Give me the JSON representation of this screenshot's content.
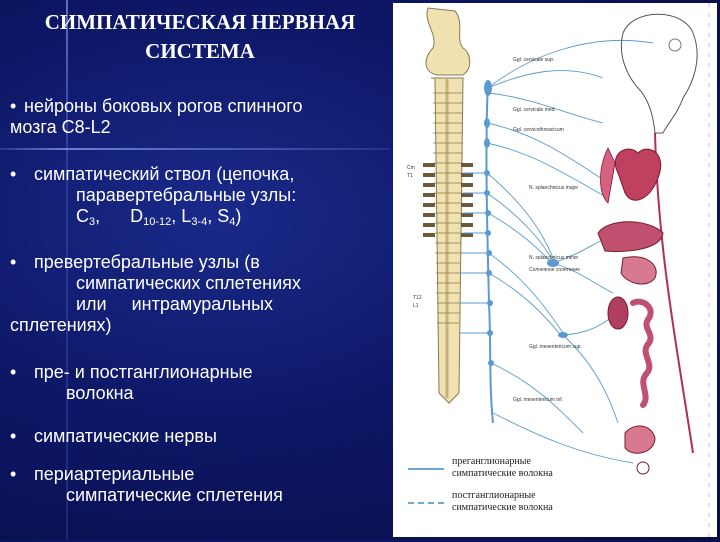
{
  "title": {
    "line1": "СИМПАТИЧЕСКАЯ НЕРВНАЯ",
    "line2": "СИСТЕМА"
  },
  "bullets": [
    {
      "line1": "нейроны боковых рогов спинного",
      "line2": "мозга С8-L2"
    },
    {
      "line1": "симпатический ствол (цепочка,",
      "line2": "паравертебральные узлы:",
      "c": "С",
      "c_sub": "3",
      "d": "D",
      "d_sub": "10-12",
      "l": "L",
      "l_sub": "3-4",
      "s": "S",
      "s_sub": "4"
    },
    {
      "line1": "превертебральные узлы (в",
      "line2": "симпатических сплетениях",
      "line3": "или     интрамуральных",
      "line4": "сплетениях)"
    },
    {
      "line1": "пре- и постганглионарные",
      "line2": "волокна"
    },
    {
      "line1": "симпатические нервы"
    },
    {
      "line1": "периартериальные",
      "line2": "симпатические сплетения"
    }
  ],
  "legend": {
    "pre_line1": "преганглионарные",
    "pre_line2": "симпатические волокна",
    "post_line1": "постганглионарные",
    "post_line2": "симпатические волокна",
    "pre_color": "#6aa8d8",
    "post_color": "#6aa8d8"
  },
  "figure_labels": {
    "cervical": "Сm",
    "thoracic1": "Т1",
    "thoracic_low": "Т12",
    "lumbar": "L1",
    "gang_upper": "Ggl. cervicale sup.",
    "gang_middle": "Ggl. cervicale med.",
    "gang_stellate": "Ggl. cervicothoracicum",
    "n_splanch_major": "N. splanchnicus major",
    "n_splanch_minor": "N. splanchnicus minor",
    "plexus_solar": "Солнечное сплетение",
    "gang_mes_sup": "Ggl. mesentericum sup.",
    "gang_mes_inf": "Ggl. mesentericum inf."
  },
  "colors": {
    "background": "#0d1766",
    "text": "#ffffff",
    "nerve": "#5a9ad0",
    "bone": "#efe2b0",
    "organ": "#c04060"
  },
  "icons": {
    "bullet": "•"
  }
}
